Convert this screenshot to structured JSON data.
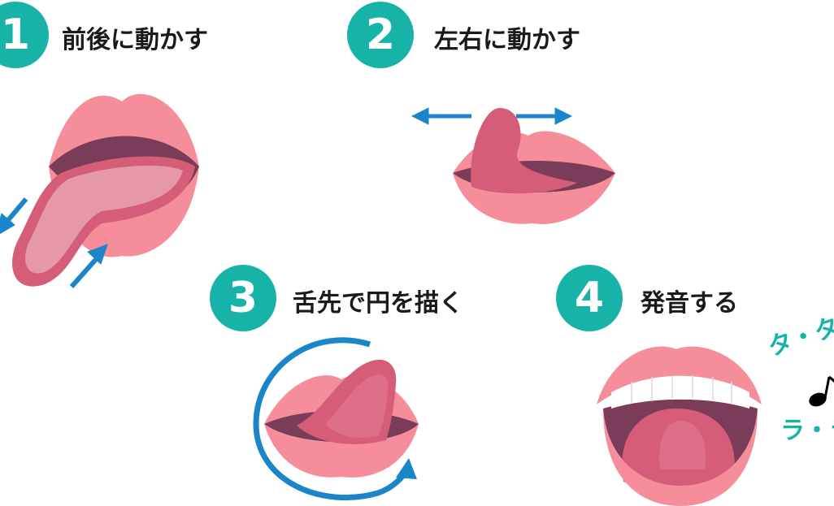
{
  "steps": [
    {
      "number": "1",
      "label": "前後に動かす"
    },
    {
      "number": "2",
      "label": "左右に動かす"
    },
    {
      "number": "3",
      "label": "舌先で円を描く"
    },
    {
      "number": "4",
      "label": "発音する"
    }
  ],
  "sounds": [
    "タ・タ",
    "ラ・ラ"
  ],
  "colors": {
    "badge": "#17b3a9",
    "arrow": "#1a86c9",
    "lip": "#f58d9a",
    "mouth_inside": "#7a3c58",
    "tongue": "#d55d78",
    "tongue_light": "#e598a8",
    "teeth": "#ffffff"
  }
}
